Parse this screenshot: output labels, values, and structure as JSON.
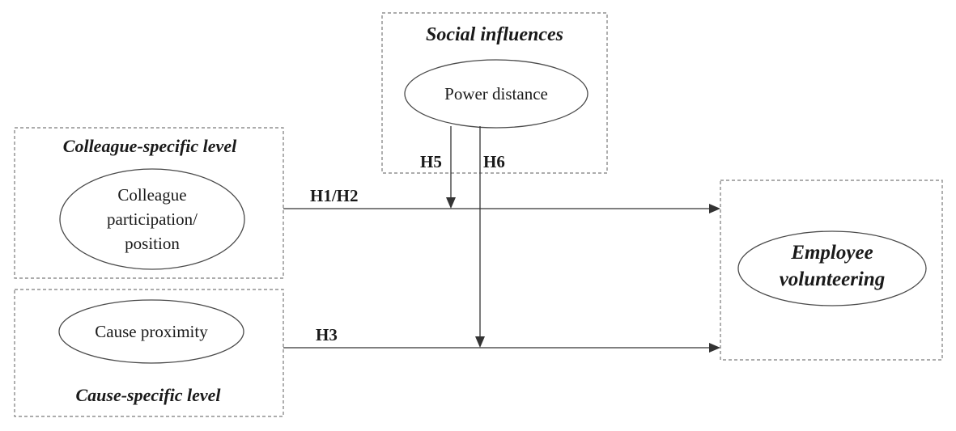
{
  "groups": {
    "social": {
      "title": "Social influences"
    },
    "colleague": {
      "title": "Colleague-specific level"
    },
    "cause": {
      "title": "Cause-specific level"
    },
    "outcome": {
      "title": ""
    }
  },
  "nodes": {
    "power_distance": {
      "label": "Power distance"
    },
    "colleague_participation": {
      "lines": [
        "Colleague",
        "participation/",
        "position"
      ]
    },
    "cause_proximity": {
      "label": "Cause proximity"
    },
    "employee_volunteering": {
      "lines": [
        "Employee",
        "volunteering"
      ]
    }
  },
  "paths": {
    "h1h2": "H1/H2",
    "h3": "H3",
    "h5": "H5",
    "h6": "H6"
  }
}
